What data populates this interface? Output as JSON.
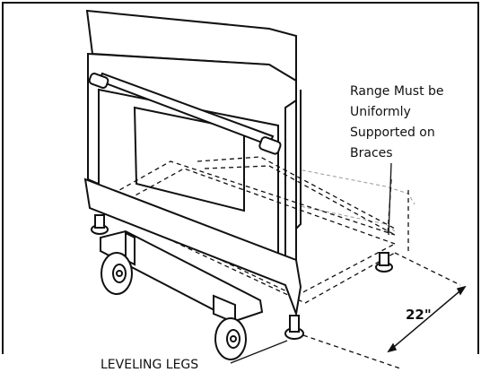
{
  "diagram": {
    "callout_lines": [
      "Range Must be",
      "Uniformly",
      "Supported on",
      "Braces"
    ],
    "dimension_label": "22\"",
    "legs_label": "LEVELING LEGS"
  },
  "colors": {
    "ink": "#111111",
    "faint": "#9a9a9a",
    "background": "#ffffff"
  }
}
